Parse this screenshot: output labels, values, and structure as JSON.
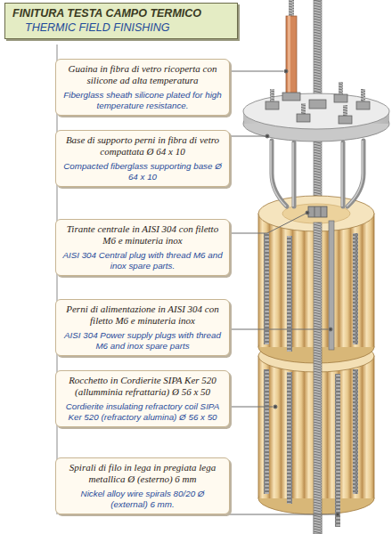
{
  "diagram": {
    "nodes": [
      {
        "text": [
          "FINITURA TESTA CAMPO TERMICO",
          "THERMIC FIELD FINISHING"
        ]
      },
      {
        "text": [
          "Guaina in fibra di vetro ricoperta con silicone ad alta temperatura",
          "Fiberglass sheath silicone plated for high temperature resistance."
        ]
      },
      {
        "text": [
          "Base di supporto perni in fibra di vetro compattata Ø 64 x 10",
          "Compacted fiberglass supporting base Ø 64 x 10"
        ]
      },
      {
        "text": [
          "Tirante centrale in AISI 304 con filetto M6 e minuteria inox",
          "AISI 304 Central plug with thread M6 and inox spare parts."
        ]
      },
      {
        "text": [
          "Perni di alimentazione in AISI 304 con filetto M6 e minuteria inox",
          "AISI 304 Power supply plugs with thread M6 and inox spare parts"
        ]
      },
      {
        "text": [
          "Rocchetto in Cordierite SIPA Ker 520 (allumminia refrattaria) Ø 56 x 50",
          "Cordierite insulating refractory coil SIPA Ker 520 (refractory alumina) Ø 56 x 50"
        ]
      },
      {
        "text": [
          "Spirali di filo in lega in pregiata lega metallica Ø (esterno) 6 mm",
          "Nickel alloy wire spirals 80/20 Ø (external) 6 mm."
        ]
      }
    ]
  }
}
